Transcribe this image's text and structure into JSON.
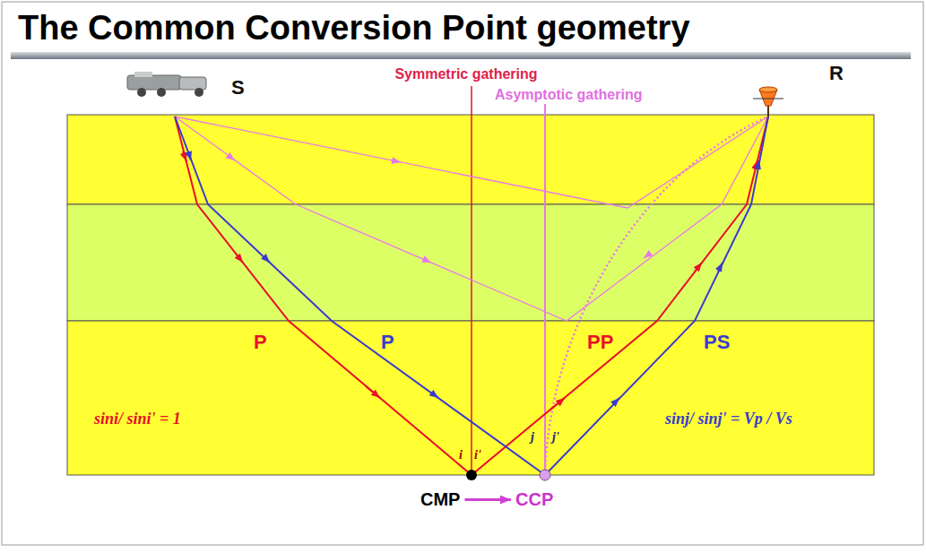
{
  "diagram": {
    "title": "The Common Conversion Point geometry",
    "nodes": [
      {
        "text": [
          "CMP"
        ]
      },
      {
        "text": [
          "CCP"
        ]
      }
    ],
    "edges": [
      {
        "from": 0,
        "to": 1,
        "arrow": "to"
      }
    ],
    "labels": [
      "S",
      "R",
      "Symmetric gathering",
      "Asymptotic gathering",
      "P",
      "P",
      "PP",
      "PS",
      "sini/ sini' = 1",
      "i",
      "i'",
      "j",
      "j'",
      "sinj/ sinj' = Vp / Vs"
    ]
  }
}
